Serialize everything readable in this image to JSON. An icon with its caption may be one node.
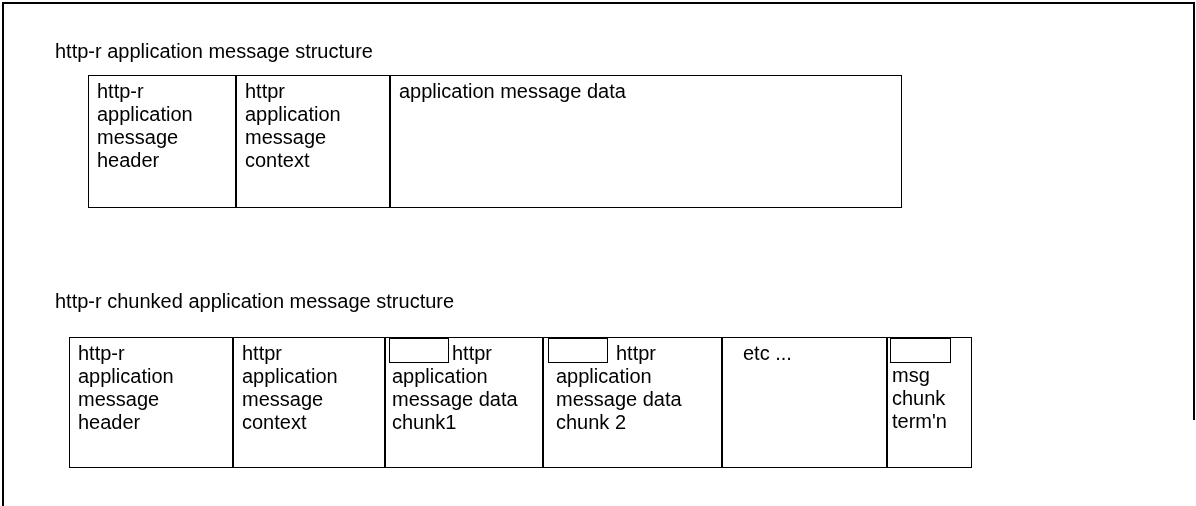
{
  "diagram": {
    "nodes": [
      {
        "text": [
          "http-r application message structure"
        ]
      },
      {
        "text": [
          "http-r application message header"
        ],
        "in": 0
      },
      {
        "text": [
          "httpr application message context"
        ],
        "in": 0
      },
      {
        "text": [
          "application message data"
        ],
        "in": 0
      },
      {
        "text": [
          "http-r chunked application message structure"
        ]
      },
      {
        "text": [
          "http-r application message header"
        ],
        "in": 4
      },
      {
        "text": [
          "httpr application message context"
        ],
        "in": 4
      },
      {
        "text": [
          "httpr application message data chunk1"
        ],
        "in": 4
      },
      {
        "text": [],
        "shape": "box",
        "in": 7
      },
      {
        "text": [
          "httpr application message data chunk 2"
        ],
        "in": 4
      },
      {
        "text": [],
        "shape": "box",
        "in": 9
      },
      {
        "text": [
          "etc ..."
        ],
        "in": 4
      },
      {
        "text": [
          "msg chunk term'n"
        ],
        "in": 4
      },
      {
        "text": [],
        "shape": "box",
        "in": 12
      }
    ]
  }
}
